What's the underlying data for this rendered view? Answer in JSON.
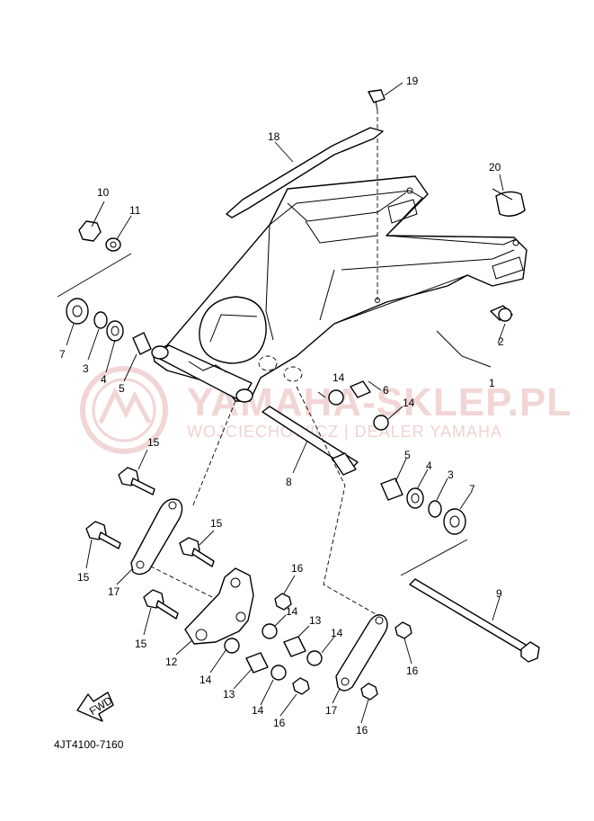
{
  "watermark": {
    "main_text": "YAMAHA-SKLEP.PL",
    "sub_text": "WOJCIECHOWICZ | DEALER YAMAHA",
    "color": "#e9b4b4"
  },
  "diagram_code": "4JT4100-7160",
  "fwd_label": "FWD",
  "callouts": {
    "c1": "1",
    "c2": "2",
    "c3a": "3",
    "c3b": "3",
    "c4a": "4",
    "c4b": "4",
    "c5a": "5",
    "c5b": "5",
    "c6": "6",
    "c7a": "7",
    "c7b": "7",
    "c8": "8",
    "c9": "9",
    "c10": "10",
    "c11": "11",
    "c12": "12",
    "c13a": "13",
    "c13b": "13",
    "c14a": "14",
    "c14b": "14",
    "c14c": "14",
    "c14d": "14",
    "c14e": "14",
    "c14f": "14",
    "c15a": "15",
    "c15b": "15",
    "c15c": "15",
    "c15d": "15",
    "c16a": "16",
    "c16b": "16",
    "c16c": "16",
    "c16d": "16",
    "c17a": "17",
    "c17b": "17",
    "c18": "18",
    "c19": "19",
    "c20": "20"
  }
}
